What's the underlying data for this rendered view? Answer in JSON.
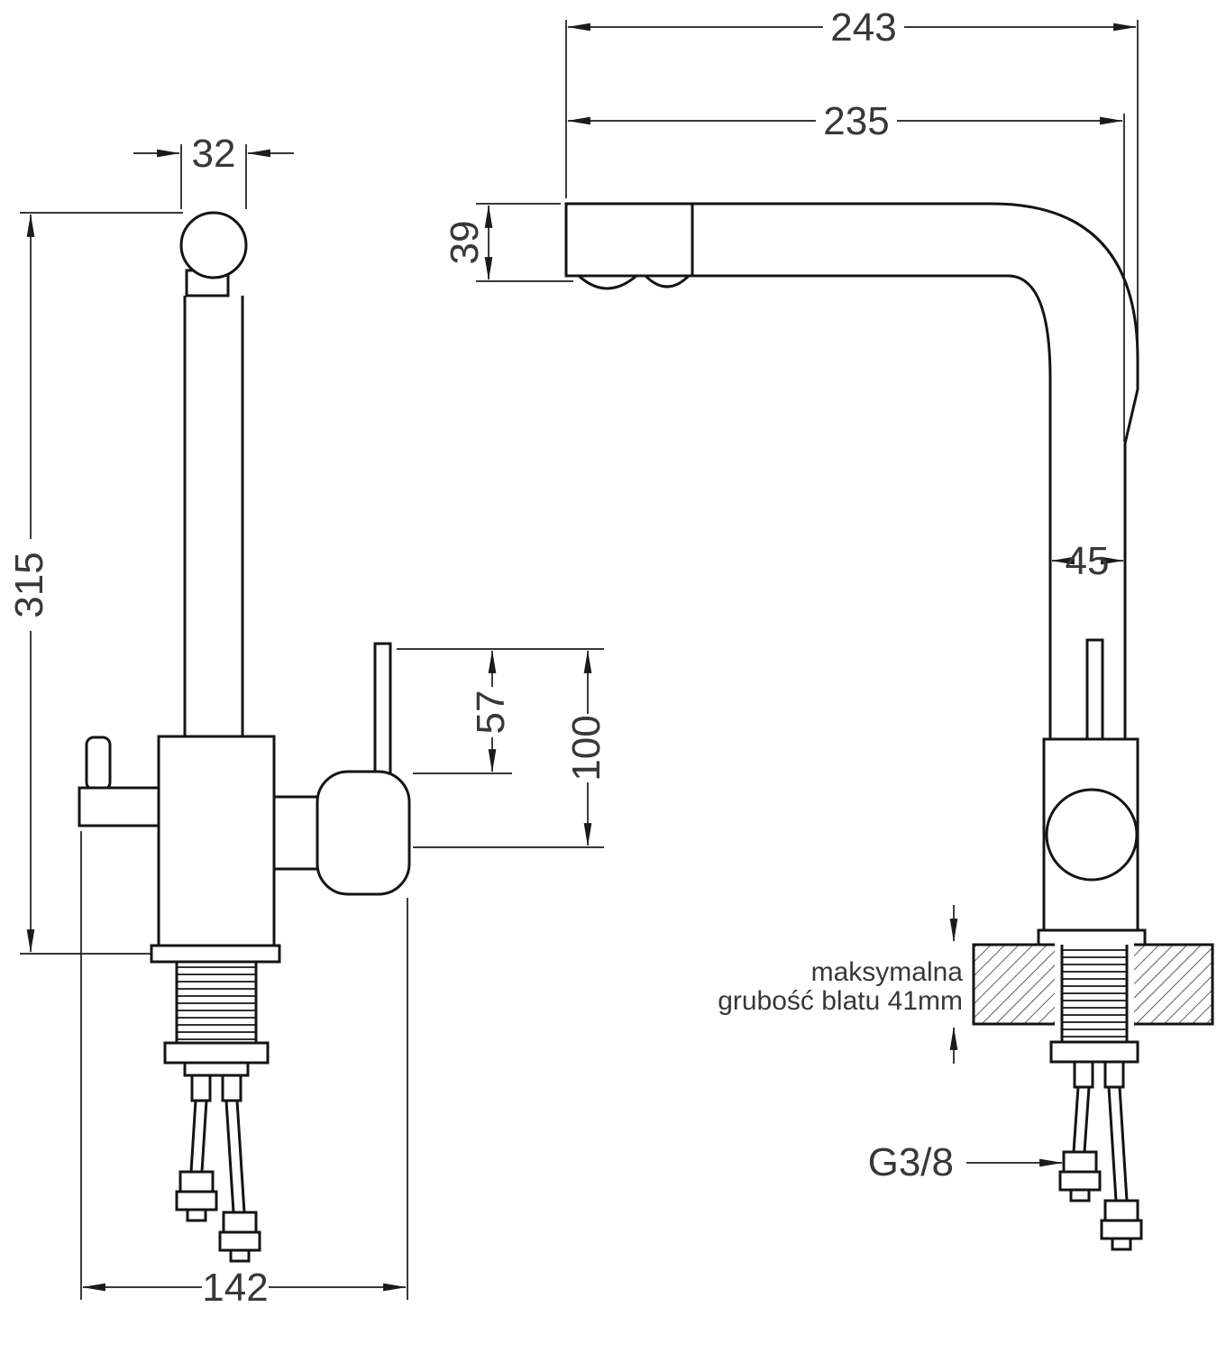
{
  "drawing": {
    "labels": {
      "dim_243": "243",
      "dim_235": "235",
      "dim_39": "39",
      "dim_45": "45",
      "dim_32": "32",
      "dim_315": "315",
      "dim_57": "57",
      "dim_100": "100",
      "dim_142": "142",
      "thread": "G3/8",
      "note_line1": "maksymalna",
      "note_line2": "grubość blatu 41mm"
    },
    "colors": {
      "object_line": "#141414",
      "dimension_line": "#1b1b1b",
      "text": "#383838",
      "background": "#ffffff"
    }
  }
}
